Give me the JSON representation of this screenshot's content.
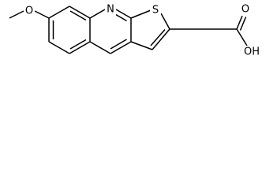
{
  "molecule": {
    "atoms": {
      "methoxy_O": "O",
      "ring_N": "N",
      "ring_S": "S",
      "acid_O": "O",
      "acid_OH": "OH"
    }
  }
}
